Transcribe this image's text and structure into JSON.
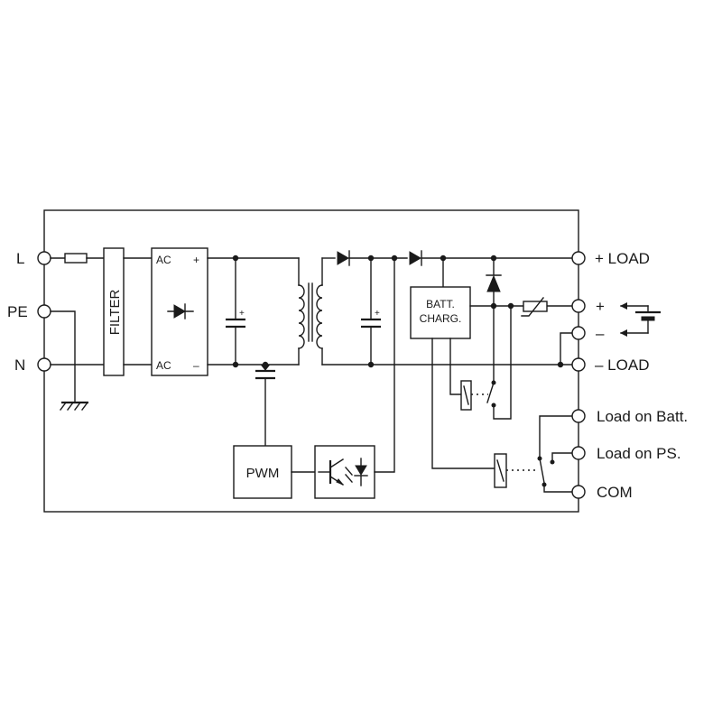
{
  "terminals": {
    "L": "L",
    "PE": "PE",
    "N": "N",
    "plus_load": "+ LOAD",
    "batt_plus": "+",
    "batt_minus": "–",
    "minus_load": "– LOAD",
    "load_on_batt": "Load on Batt.",
    "load_on_ps": "Load on PS.",
    "com": "COM"
  },
  "blocks": {
    "filter": "FILTER",
    "rectifier_ac_top": "AC",
    "rectifier_ac_bottom": "AC",
    "rectifier_plus": "+",
    "rectifier_minus": "–",
    "pwm": "PWM",
    "batt_charger_line1": "BATT.",
    "batt_charger_line2": "CHARG."
  },
  "capacitors": {
    "primary_plus": "+",
    "secondary_plus": "+"
  },
  "icons": [
    "fuse-icon",
    "bridge-rectifier-icon",
    "capacitor-icon",
    "transformer-icon",
    "diode-icon",
    "mosfet-icon",
    "optocoupler-icon",
    "relay-icon",
    "switch-icon",
    "battery-icon",
    "ptc-resistor-icon",
    "ground-icon"
  ]
}
